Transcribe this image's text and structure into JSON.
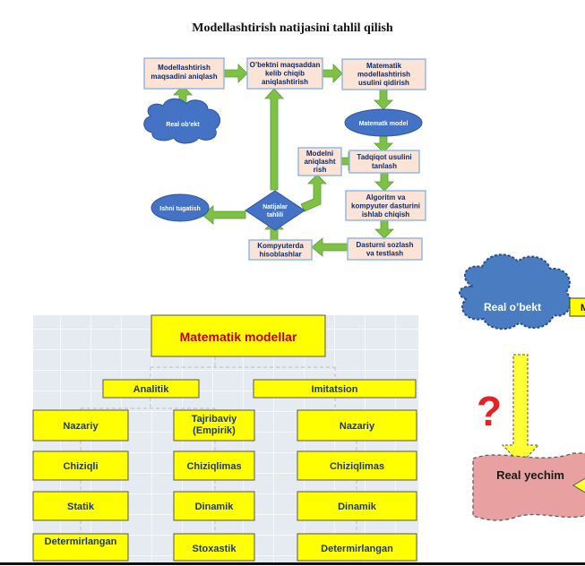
{
  "title": "Modellashtirish natijasini tahlil qilish",
  "flowchart": {
    "box_goal": [
      "Modellashtirish",
      "maqsadini aniqlash"
    ],
    "box_object_output": [
      "O’bektni maqsaddan",
      "kelib chiqib",
      "aniqlashtirish"
    ],
    "box_method": [
      "Matematik",
      "modellashtirish",
      "usulini qidirish"
    ],
    "cloud_real_object": "Real ob’ekt",
    "ellipse_math_model": "Matematk model",
    "box_refine_model": [
      "Modelni",
      "aniqlasht",
      "rish"
    ],
    "box_research_method": [
      "Tadqiqot usulini",
      "tanlash"
    ],
    "box_algorithm": [
      "Algoritm va",
      "kompyuter dasturini",
      "ishlab chiqish"
    ],
    "ellipse_finish": "Ishni tugatish",
    "diamond_analysis": [
      "Natijalar",
      "tahlili"
    ],
    "box_computations": [
      "Kompyuterda",
      "hisoblashlar"
    ],
    "box_debug": [
      "Dasturni sozlash",
      "va testlash"
    ],
    "colors": {
      "box_fill": "#fbe3d6",
      "box_stroke": "#8fb3e0",
      "arrow": "#7dc246",
      "shape_fill": "#4472c4"
    }
  },
  "classification": {
    "header": "Matematik modellar",
    "left_category": "Analitik",
    "right_category": "Imitatsion",
    "col1": [
      "Nazariy",
      "Chiziqli",
      "Statik",
      "Determirlangan"
    ],
    "col2": [
      [
        "Tajribaviy",
        "(Empirik)"
      ],
      "Chiziqlimas",
      "Dinamik",
      "Stoxastik"
    ],
    "col3": [
      "Nazariy",
      "Chiziqlimas",
      "Dinamik",
      "Determirlangan"
    ],
    "colors": {
      "box_fill": "#ffff00",
      "header_text": "#c00000",
      "grid_bg": "#e9edf3"
    }
  },
  "right_diagram": {
    "cloud_label": "Real o’bekt",
    "edge_label": "M",
    "question_mark": "?",
    "result_label": "Real yechim",
    "colors": {
      "cloud": "#4a7cc2",
      "result": "#e8a0a0",
      "arrow": "#ffff33",
      "question": "#e82020"
    }
  }
}
